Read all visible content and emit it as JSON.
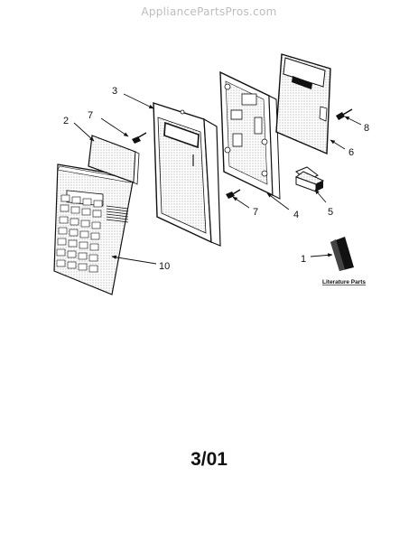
{
  "watermark": "AppliancePartsPros.com",
  "callouts": {
    "c1": "1",
    "c2": "2",
    "c3": "3",
    "c4": "4",
    "c5": "5",
    "c6": "6",
    "c7a": "7",
    "c7b": "7",
    "c8": "8",
    "c10": "10"
  },
  "literature_label": "Literature Parts",
  "date_code": "3/01"
}
